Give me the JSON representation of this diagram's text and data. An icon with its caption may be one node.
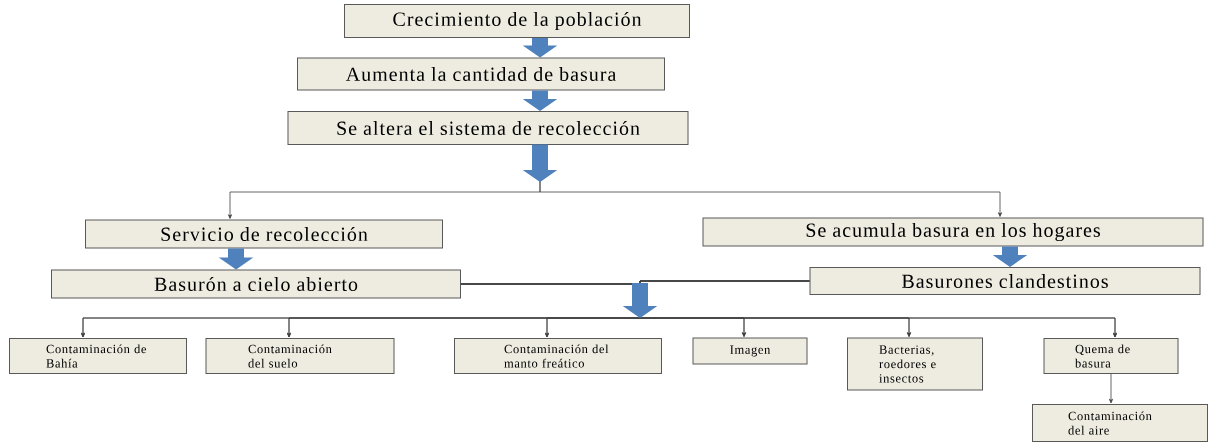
{
  "diagram": {
    "nodes": [
      {
        "text": [
          "Crecimiento de la población"
        ]
      },
      {
        "text": [
          "Aumenta la cantidad de basura"
        ]
      },
      {
        "text": [
          "Se altera el sistema de recolección"
        ]
      },
      {
        "text": [
          "Servicio de recolección"
        ]
      },
      {
        "text": [
          "Se acumula basura en los hogares"
        ]
      },
      {
        "text": [
          "Basurón a cielo abierto"
        ]
      },
      {
        "text": [
          "Basurones clandestinos"
        ]
      },
      {
        "text": [
          "Contaminación de Bahía"
        ]
      },
      {
        "text": [
          "Contaminación del suelo"
        ]
      },
      {
        "text": [
          "Contaminación del manto freático"
        ]
      },
      {
        "text": [
          "Imagen"
        ]
      },
      {
        "text": [
          "Bacterias, roedores e insectos"
        ]
      },
      {
        "text": [
          "Quema de basura"
        ]
      },
      {
        "text": [
          "Contaminación del aire"
        ]
      }
    ],
    "edges": [
      {
        "from": 0,
        "to": 1,
        "arrow": "to",
        "style": "thick",
        "color": "#4f81bd"
      },
      {
        "from": 1,
        "to": 2,
        "arrow": "to",
        "style": "thick",
        "color": "#4f81bd"
      },
      {
        "from": 2,
        "to": 3,
        "arrow": "to"
      },
      {
        "from": 2,
        "to": 4,
        "arrow": "to"
      },
      {
        "from": 3,
        "to": 5,
        "arrow": "to",
        "style": "thick",
        "color": "#4f81bd"
      },
      {
        "from": 4,
        "to": 6,
        "arrow": "to",
        "style": "thick",
        "color": "#4f81bd"
      },
      {
        "from": 5,
        "to": 7,
        "arrow": "to"
      },
      {
        "from": 5,
        "to": 8,
        "arrow": "to"
      },
      {
        "from": 5,
        "to": 9,
        "arrow": "to"
      },
      {
        "from": 5,
        "to": 10,
        "arrow": "to"
      },
      {
        "from": 5,
        "to": 11,
        "arrow": "to"
      },
      {
        "from": 5,
        "to": 12,
        "arrow": "to"
      },
      {
        "from": 6,
        "to": 7,
        "arrow": "to"
      },
      {
        "from": 6,
        "to": 8,
        "arrow": "to"
      },
      {
        "from": 6,
        "to": 9,
        "arrow": "to"
      },
      {
        "from": 6,
        "to": 10,
        "arrow": "to"
      },
      {
        "from": 6,
        "to": 11,
        "arrow": "to"
      },
      {
        "from": 6,
        "to": 12,
        "arrow": "to"
      },
      {
        "from": 12,
        "to": 13,
        "arrow": "to"
      }
    ]
  }
}
